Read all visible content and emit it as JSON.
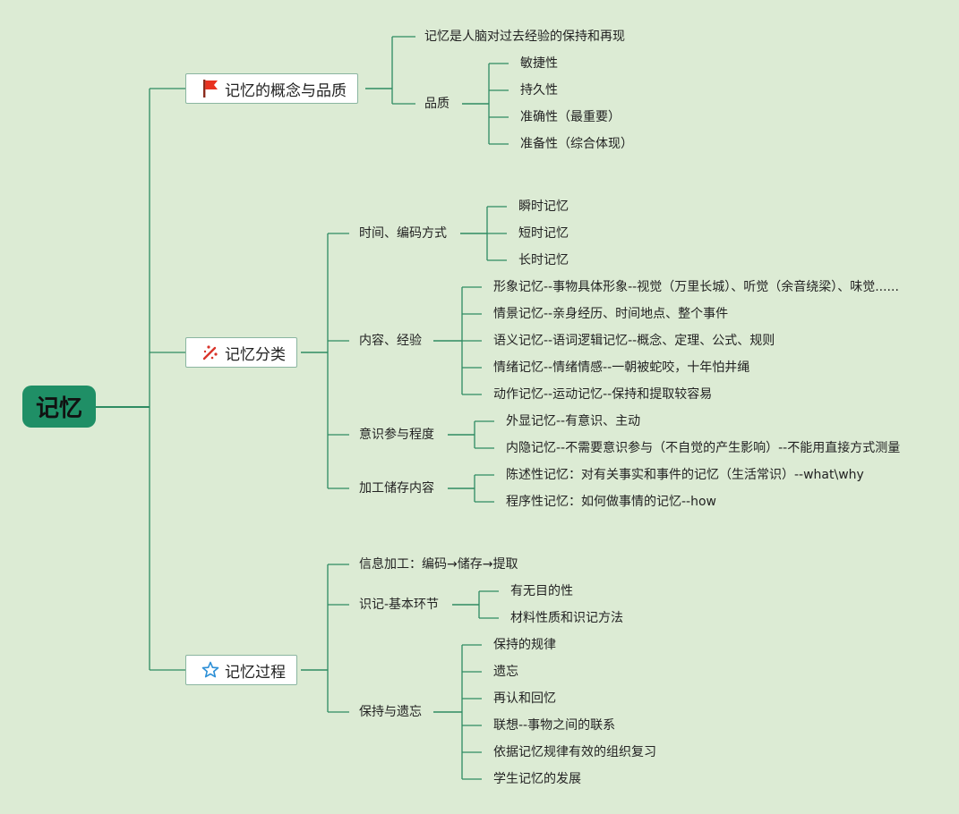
{
  "root": "记忆",
  "icons": {
    "concept": "flag-icon",
    "classification": "sparkle-icon",
    "process": "star-icon"
  },
  "colors": {
    "background": "#dcebd4",
    "root_fill": "#1f8f66",
    "line": "#2e8b62",
    "flag": "#e8311f",
    "sparkle": "#d9342b",
    "star": "#2c8fd6"
  },
  "branches": [
    {
      "label": "记忆的概念与品质",
      "children": [
        {
          "label": "记忆是人脑对过去经验的保持和再现",
          "children": []
        },
        {
          "label": "品质",
          "children": [
            "敏捷性",
            "持久性",
            "准确性（最重要）",
            "准备性（综合体现）"
          ]
        }
      ]
    },
    {
      "label": "记忆分类",
      "children": [
        {
          "label": "时间、编码方式",
          "children": [
            "瞬时记忆",
            "短时记忆",
            "长时记忆"
          ]
        },
        {
          "label": "内容、经验",
          "children": [
            "形象记忆--事物具体形象--视觉（万里长城）、听觉（余音绕梁）、味觉......",
            "情景记忆--亲身经历、时间地点、整个事件",
            "语义记忆--语词逻辑记忆--概念、定理、公式、规则",
            "情绪记忆--情绪情感--一朝被蛇咬，十年怕井绳",
            "动作记忆--运动记忆--保持和提取较容易"
          ]
        },
        {
          "label": "意识参与程度",
          "children": [
            "外显记忆--有意识、主动",
            "内隐记忆--不需要意识参与（不自觉的产生影响）--不能用直接方式测量"
          ]
        },
        {
          "label": "加工储存内容",
          "children": [
            "陈述性记忆：对有关事实和事件的记忆（生活常识）--what\\why",
            "程序性记忆：如何做事情的记忆--how"
          ]
        }
      ]
    },
    {
      "label": "记忆过程",
      "children": [
        {
          "label": "信息加工：编码→储存→提取",
          "children": []
        },
        {
          "label": "识记-基本环节",
          "children": [
            "有无目的性",
            "材料性质和识记方法"
          ]
        },
        {
          "label": "保持与遗忘",
          "children": [
            "保持的规律",
            "遗忘",
            "再认和回忆",
            "联想--事物之间的联系",
            "依据记忆规律有效的组织复习",
            "学生记忆的发展"
          ]
        }
      ]
    }
  ]
}
